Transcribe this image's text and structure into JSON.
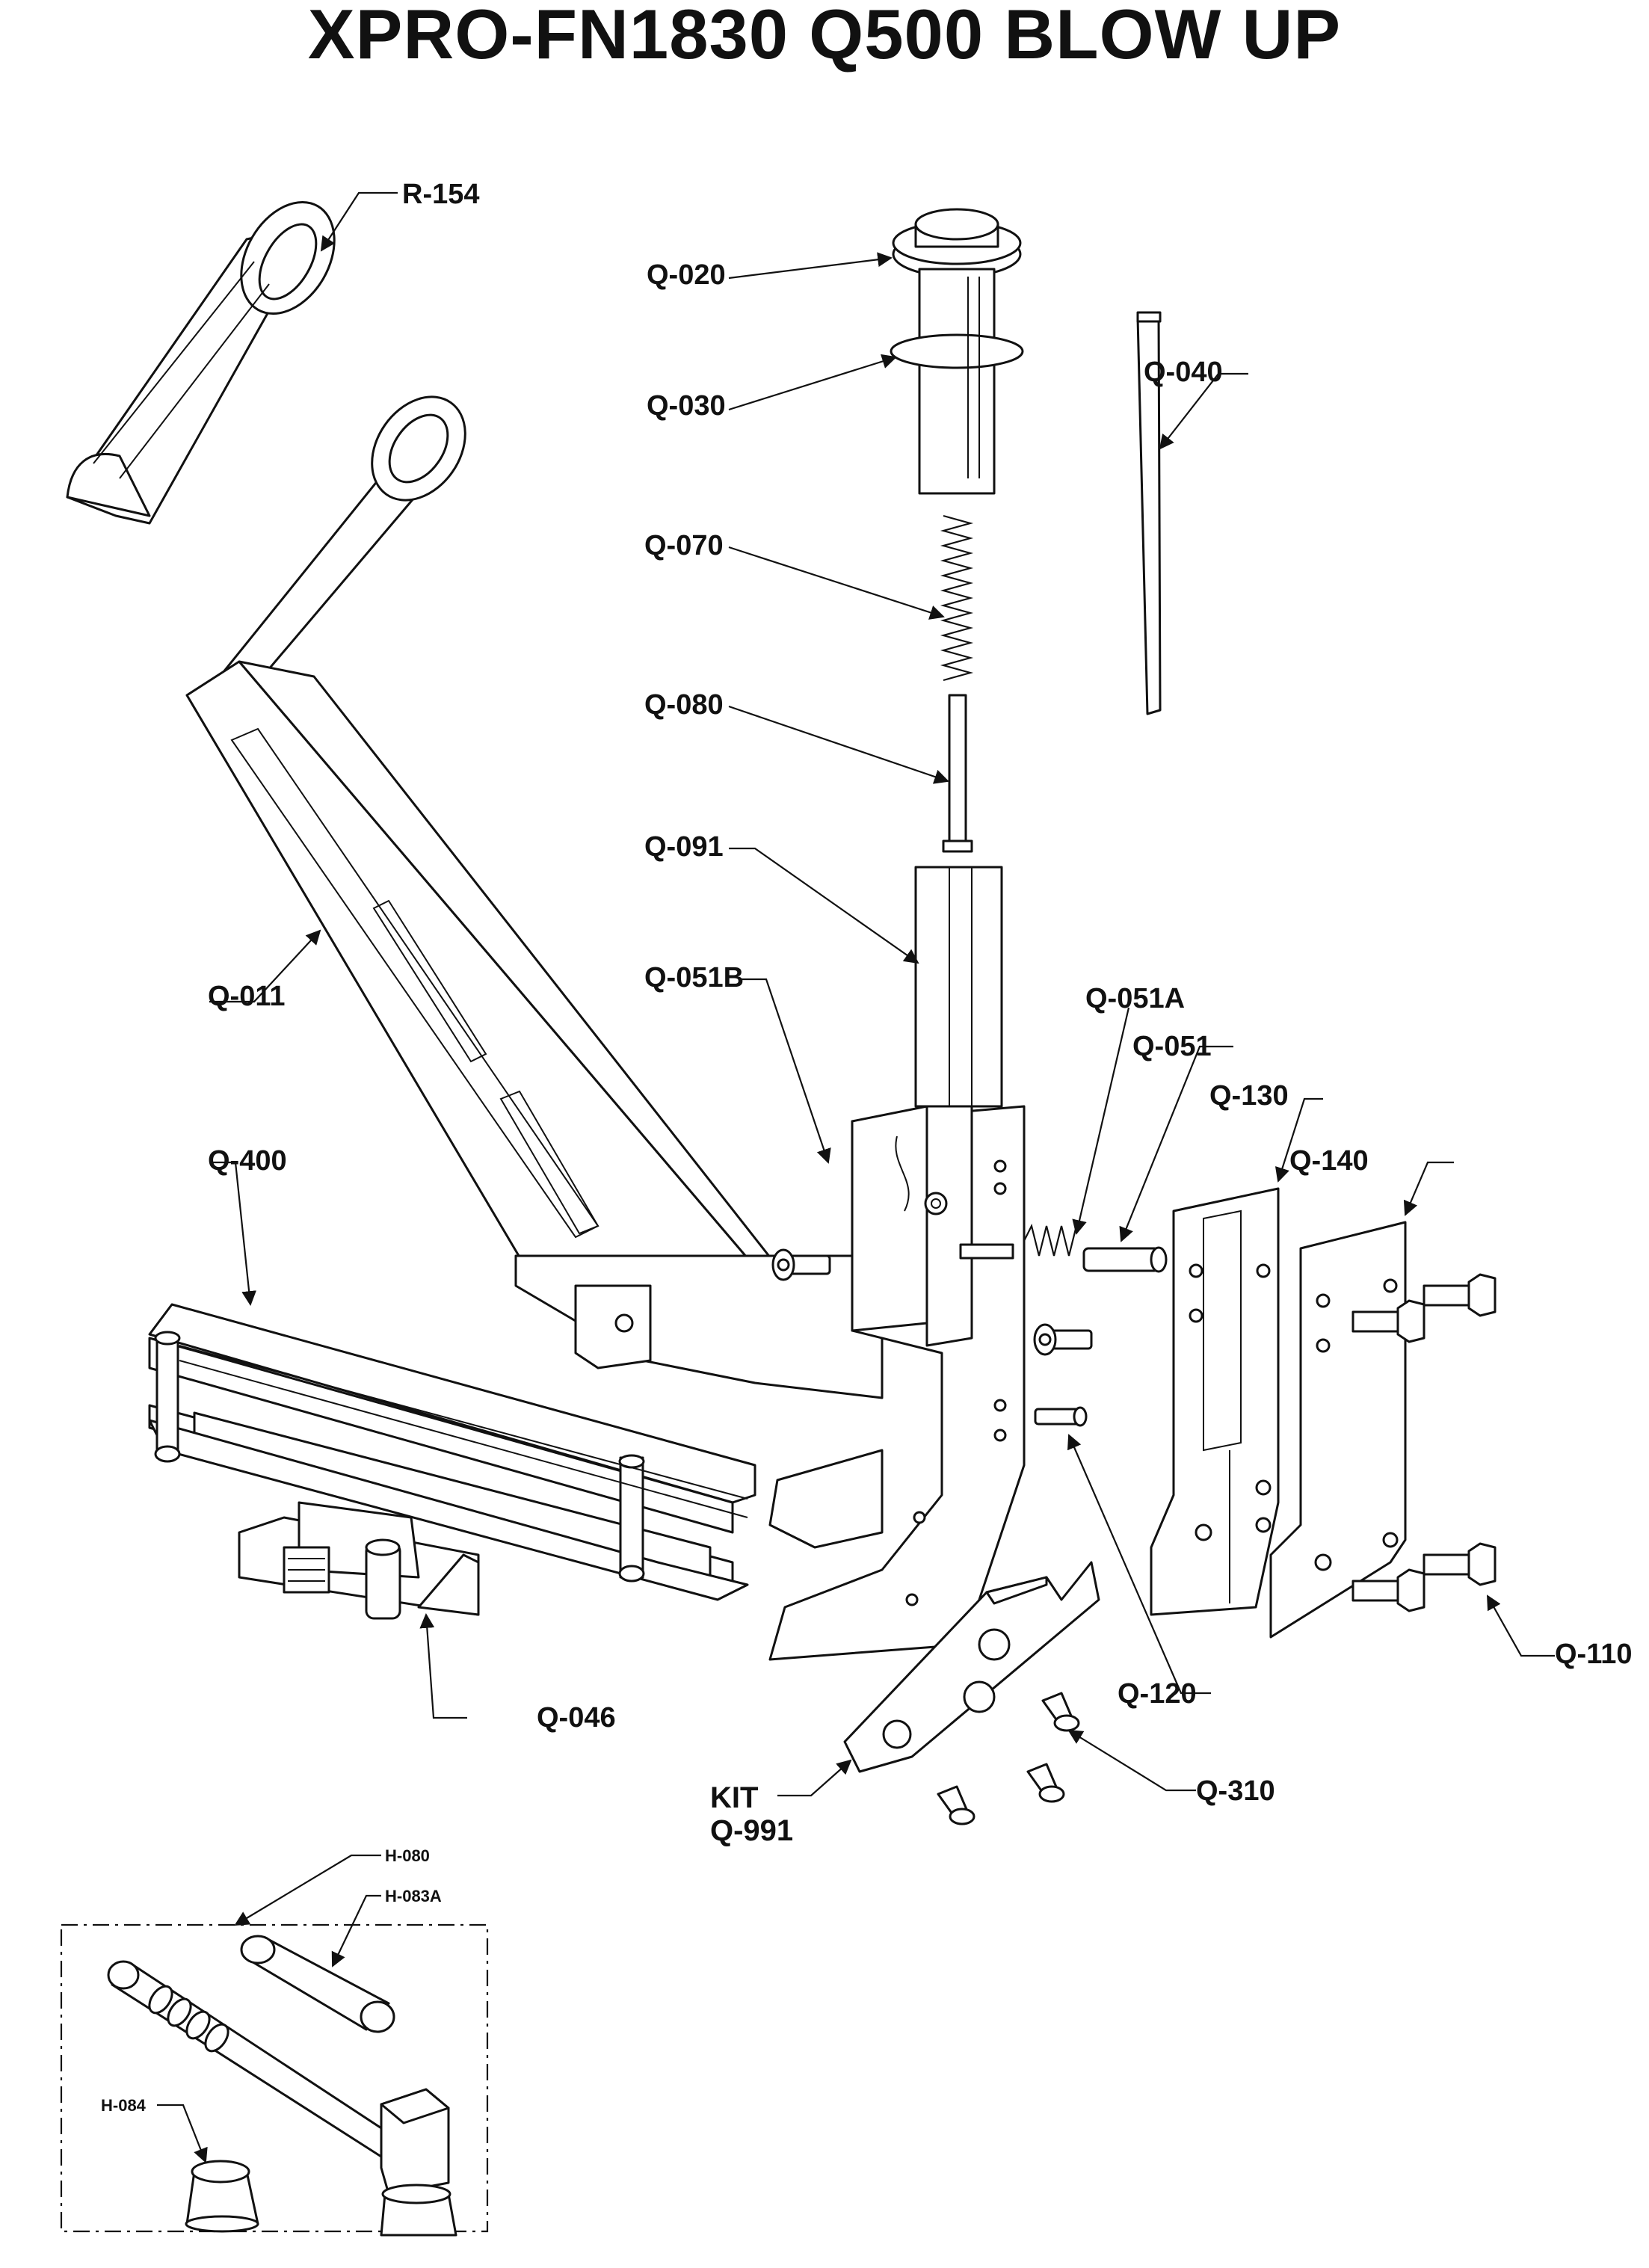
{
  "title": "XPRO-FN1830 Q500 BLOW UP",
  "labels": {
    "r154": "R-154",
    "q020": "Q-020",
    "q030": "Q-030",
    "q040": "Q-040",
    "q070": "Q-070",
    "q080": "Q-080",
    "q091": "Q-091",
    "q011": "Q-011",
    "q051b": "Q-051B",
    "q051a": "Q-051A",
    "q051": "Q-051",
    "q130": "Q-130",
    "q140": "Q-140",
    "q400": "Q-400",
    "q110": "Q-110",
    "q120": "Q-120",
    "q046": "Q-046",
    "q310": "Q-310",
    "kit_line1": "KIT",
    "kit_line2": "Q-991",
    "h080": "H-080",
    "h083a": "H-083A",
    "h084": "H-084"
  }
}
